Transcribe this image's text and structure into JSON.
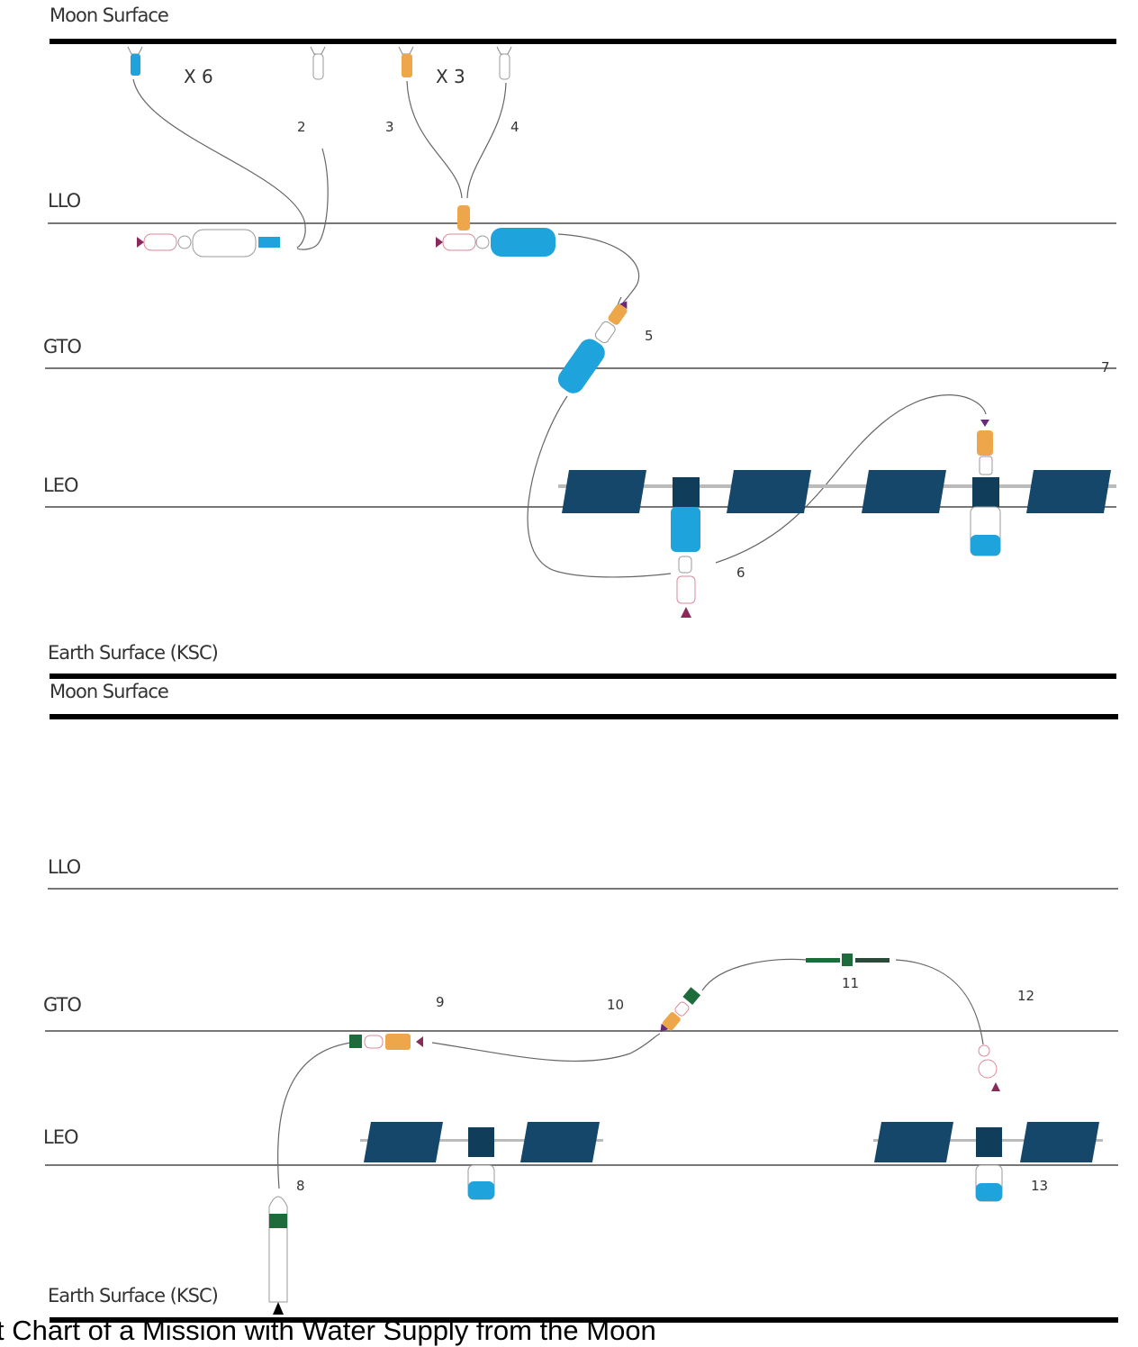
{
  "upper": {
    "levels": [
      "Moon Surface",
      "LLO",
      "GTO",
      "LEO",
      "Earth Surface (KSC)"
    ],
    "multipliers": [
      "X 6",
      "X 3"
    ],
    "steps": [
      "2",
      "3",
      "4",
      "5",
      "6",
      "7"
    ]
  },
  "lower": {
    "levels": [
      "Moon Surface",
      "LLO",
      "GTO",
      "LEO",
      "Earth Surface (KSC)"
    ],
    "steps": [
      "8",
      "9",
      "10",
      "11",
      "12",
      "13"
    ]
  },
  "caption": "t Chart of a Mission with Water Supply from the Moon",
  "colors": {
    "panel": "#15476a",
    "water": "#1ea3dc",
    "orange": "#eda64a",
    "green": "#1e6b3c"
  }
}
